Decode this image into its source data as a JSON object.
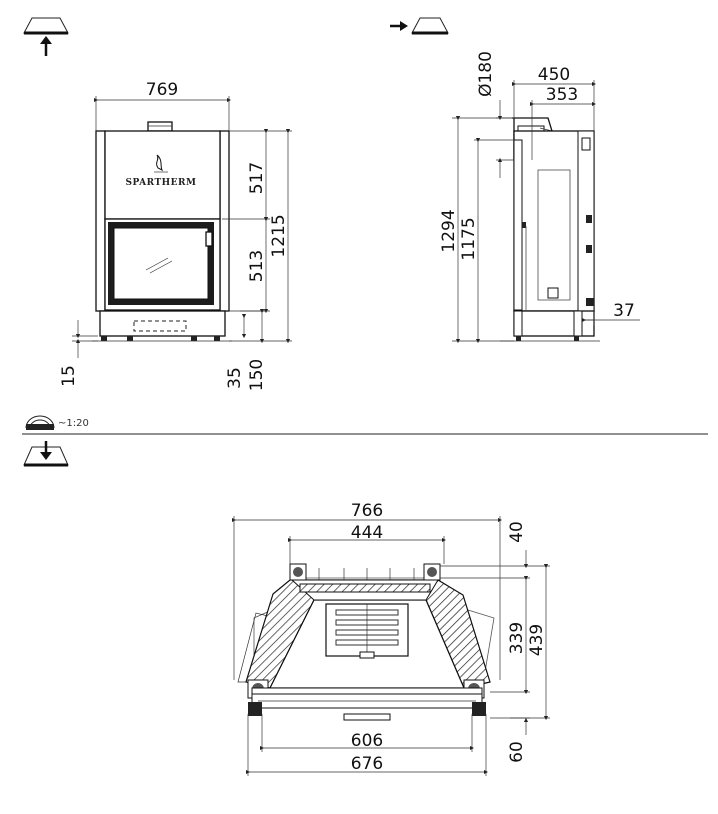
{
  "brand": "SPARTHERM",
  "scale_label": "~1:20",
  "front_view": {
    "width": "769",
    "upper_height": "517",
    "glass_height": "513",
    "total_height": "1215",
    "foot_offset": "15",
    "base_gap": "35",
    "base_height": "150"
  },
  "side_view": {
    "flue_diameter": "Ø180",
    "depth": "450",
    "flue_offset": "353",
    "overall_height": "1294",
    "flue_height": "1175",
    "rear_offset": "37"
  },
  "top_view": {
    "width": "766",
    "inner_width": "444",
    "front_width": "606",
    "base_width": "676",
    "depth_offset": "40",
    "depth_inner": "339",
    "depth_total": "439",
    "front_offset": "60"
  }
}
